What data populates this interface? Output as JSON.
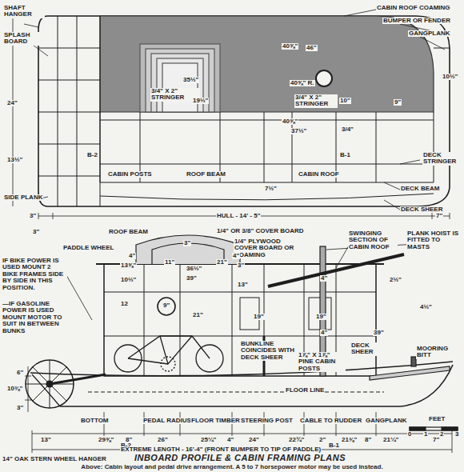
{
  "diagram": {
    "title": "INBOARD PROFILE & CABIN FRAMING PLANS",
    "caption": "Above: Cabin layout and pedal drive arrangement. A 5 to 7 horsepower motor may be used instead.",
    "labels": [
      "SHAFT HANGER",
      "SPLASH BOARD",
      "CABIN ROOF COAMING",
      "BUMPER OR FENDER",
      "GANGPLANK",
      "40⅝\"",
      "46\"",
      "24\"",
      "35½\"",
      "3/4\" X 2\" STRINGER",
      "19½\"",
      "40⅝\" R.",
      "3/4\" X 2\" STRINGER",
      "10\"",
      "9\"",
      "10½\"",
      "40⅝\"",
      "37½\"",
      "3/4\"",
      "B-2",
      "B-1",
      "13½\"",
      "CABIN POSTS",
      "ROOF BEAM",
      "CABIN ROOF",
      "DECK STRINGER",
      "SIDE PLANK",
      "7½\"",
      "DECK BEAM",
      "DECK SHEER",
      "3\"",
      "HULL - 14' - 5\"",
      "7\"",
      "ROOF BEAM",
      "3\"",
      "1/4\" OR 3/8\" COVER BOARD",
      "1/4\" PLYWOOD COVER BOARD OR COAMING",
      "SWINGING SECTION OF CABIN ROOF",
      "PLANK HOIST IS FITTED TO MASTS",
      "PADDLE WHEEL",
      "3\"",
      "4\"",
      "4\"",
      "13⅝\"",
      "11\"",
      "36½\"",
      "21\"",
      "3\"",
      "10½\"",
      "39\"",
      "4\"",
      "2½\"",
      "IF BIKE POWER IS USED MOUNT 2 BIKE FRAMES SIDE BY SIDE IN THIS POSITION.",
      "—IF GASOLINE POWER IS USED MOUNT MOTOR TO SUIT IN BETWEEN BUNKS",
      "12",
      "9\"",
      "21\"",
      "13\"",
      "19\"",
      "19\"",
      "4½\"",
      "4\"",
      "39\"",
      "BUNKLINE COINCIDES WITH DECK SHEER",
      "1⅞\" X 1⅞\" PINE CABIN POSTS",
      "DECK SHEER",
      "MOORING BITT",
      "6\"",
      "10⅜\"",
      "3\"",
      "FLOOR LINE",
      "BOTTOM",
      "PEDAL RADIUS",
      "FLOOR TIMBER",
      "STEERING POST",
      "CABLE TO RUDDER",
      "GANGPLANK",
      "13\"",
      "29⅝\"",
      "8\"",
      "26\"",
      "25¼\"",
      "4\"",
      "24\"",
      "22¾\"",
      "2\"",
      "21⅜\"",
      "8\"",
      "21¼\"",
      "7\"",
      "B-2",
      "B-1",
      "FEET",
      "0",
      "1",
      "2",
      "3",
      "EXTREME LENGTH - 16'-4\" (FRONT BUMPER TO TIP OF PADDLE)",
      "14\" OAK STERN WHEEL HANGER"
    ]
  }
}
